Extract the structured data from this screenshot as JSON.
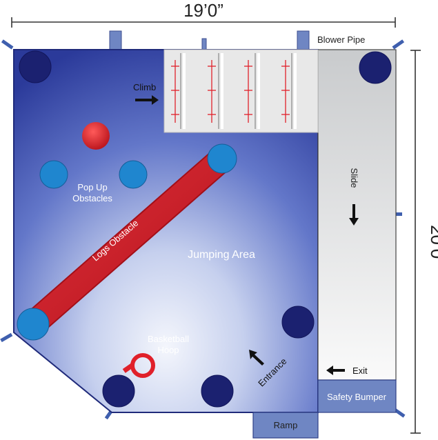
{
  "dimensions": {
    "width_label": "19’0”",
    "height_label": "20’0”"
  },
  "labels": {
    "blower_pipe": "Blower Pipe",
    "climb": "Climb",
    "slide": "Slide",
    "pop_up_line1": "Pop Up",
    "pop_up_line2": "Obstacles",
    "logs_obstacle": "Logs Obstacle",
    "jumping_area": "Jumping Area",
    "basketball_line1": "Basketball",
    "basketball_line2": "Hoop",
    "entrance": "Entrance",
    "exit": "Exit",
    "safety_bumper": "Safety Bumper",
    "ramp": "Ramp"
  },
  "colors": {
    "floor_dark": "#2b3a9a",
    "floor_light": "#f2f4fb",
    "pillar_dark": "#1b2170",
    "pillar_light": "#1f86cf",
    "obstacle_red": "#d0202a",
    "slide_gray": "#cfd1d3",
    "climb_gray": "#e6e6e6",
    "anchor_blue": "#3f5fae",
    "bumper_blue": "#6f86c3",
    "dim_line": "#333333"
  }
}
